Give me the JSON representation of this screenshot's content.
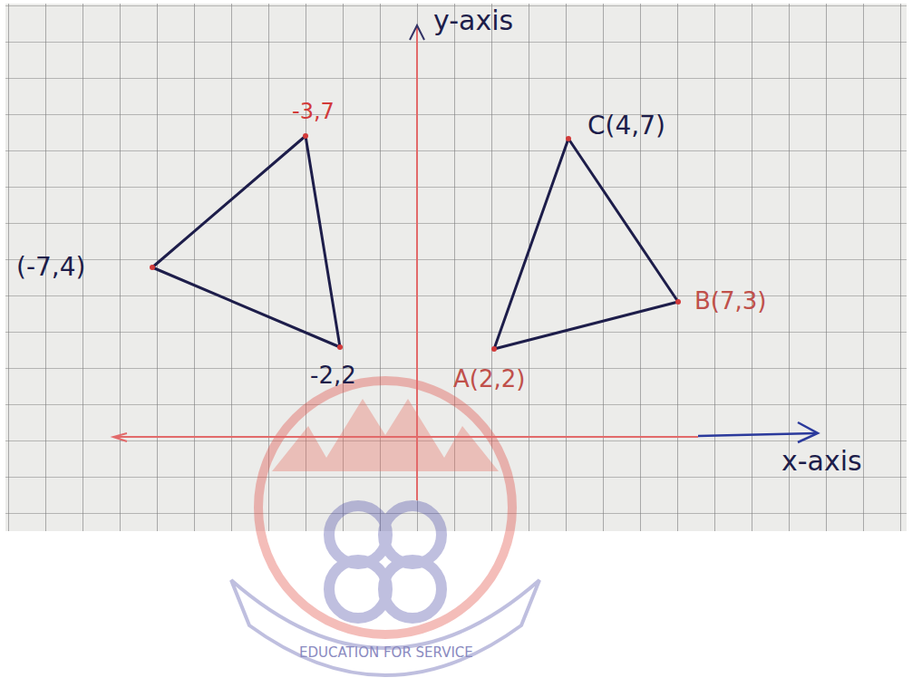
{
  "diagram": {
    "labels": [
      "y-axis",
      "-3,7",
      "C(4,7)",
      "(-7,4)",
      "B(7,3)",
      "-2,2",
      "A(2,2)",
      "x-axis",
      "EDUCATION FOR SERVICE"
    ]
  }
}
